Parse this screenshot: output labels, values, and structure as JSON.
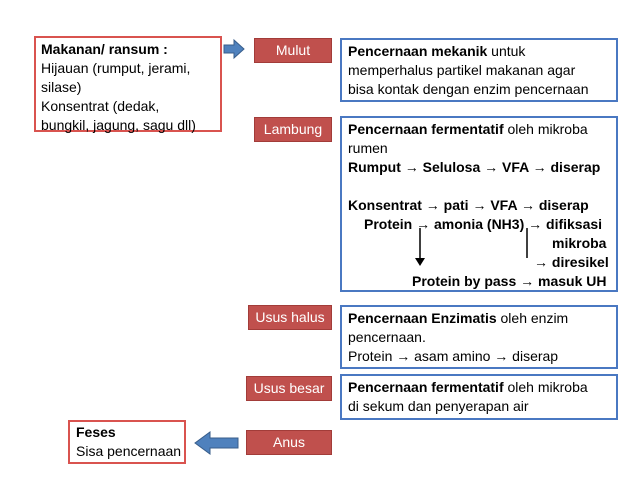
{
  "input_box": {
    "title": "Makanan/ ransum :",
    "line1": "Hijauan (rumput, jerami,",
    "line2": "silase)",
    "line3": "Konsentrat (dedak,",
    "line4": "bungkil, jagung, sagu dll)"
  },
  "organs": {
    "mulut": "Mulut",
    "lambung": "Lambung",
    "usus_halus": "Usus halus",
    "usus_besar": "Usus besar",
    "anus": "Anus"
  },
  "mulut_desc": {
    "bold": "Pencernaan mekanik",
    "rest": " untuk",
    "line2": "memperhalus partikel makanan agar",
    "line3": "bisa kontak dengan enzim pencernaan"
  },
  "lambung_desc": {
    "bold": "Pencernaan fermentatif",
    "rest": " oleh mikroba",
    "line2": "rumen",
    "rumput_line": "Rumput → Selulosa → VFA → diserap",
    "konsentrat_line": "Konsentrat → pati → VFA → diserap",
    "protein_line": "Protein → amonia (NH3) → difiksasi",
    "mikroba": "mikroba",
    "diresikel": "→ diresikel",
    "bypass_line": "Protein by pass → masuk UH"
  },
  "usus_halus_desc": {
    "bold": "Pencernaan Enzimatis",
    "rest": " oleh enzim",
    "line2": "pencernaan.",
    "line3": "Protein → asam amino → diserap"
  },
  "usus_besar_desc": {
    "bold": "Pencernaan fermentatif",
    "rest": " oleh mikroba",
    "line2": "di sekum dan penyerapan air"
  },
  "output_box": {
    "title": "Feses",
    "line1": "Sisa pencernaan"
  },
  "colors": {
    "organ_fill": "#c0504d",
    "blue_border": "#4a78c2",
    "red_border": "#d9534f",
    "arrow_fill": "#4f81bd"
  }
}
